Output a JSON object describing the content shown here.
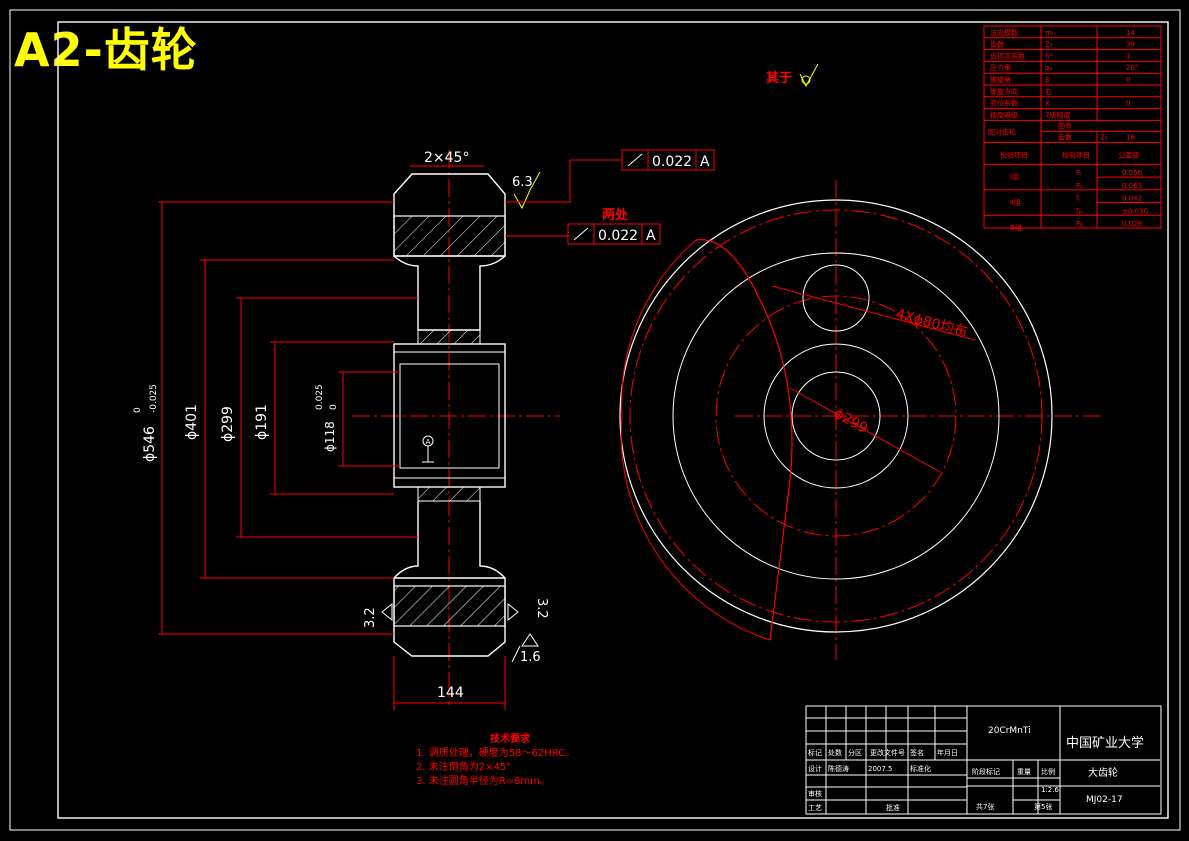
{
  "banner": "A2-齿轮",
  "colors": {
    "background": "#000000",
    "red": "#ff0000",
    "white": "#ffffff",
    "yellow": "#ffff00"
  },
  "surface_finish_note": {
    "label": "其于",
    "symbol": "finish-circle-icon"
  },
  "front_view": {
    "chamfer": "2×45°",
    "roughness_top": "6.3",
    "tolerance_1": {
      "value": "0.022",
      "datum": "A"
    },
    "two_places": "两处",
    "tolerance_2": {
      "value": "0.022",
      "datum": "A"
    },
    "datum_label": "A",
    "roughness_left": "3.2",
    "roughness_right": "3.2",
    "roughness_bottom": "1.6",
    "dim_width": "144",
    "dia_546": "ϕ546",
    "dia_546_tol_upper": "0",
    "dia_546_tol_lower": "-0.025",
    "dia_401": "ϕ401",
    "dia_299": "ϕ299",
    "dia_191": "ϕ191",
    "dia_118": "ϕ118",
    "dia_118_tol_upper": "0.025",
    "dia_118_tol_lower": "0"
  },
  "side_view": {
    "holes": "4Xϕ80均布",
    "pcd": "ϕ299"
  },
  "tech_req": {
    "title": "技术要求",
    "lines": [
      "1. 调质处理，硬度为58～62HRC。",
      "2. 未注倒角为2×45°",
      "3. 未注圆角半径为R=8mm。"
    ]
  },
  "param_table": [
    [
      "法向模数",
      "mₙ",
      "14"
    ],
    [
      "齿数",
      "Z₂",
      "39"
    ],
    [
      "齿顶高系数",
      "h*",
      "1"
    ],
    [
      "压力角",
      "αₙ",
      "20°"
    ],
    [
      "螺旋角",
      "β",
      "0"
    ],
    [
      "螺旋方向",
      "右",
      ""
    ],
    [
      "变位系数",
      "X",
      "0"
    ],
    [
      "精度等级",
      "7级精度",
      ""
    ]
  ],
  "param_pair": {
    "group": "配对齿轮",
    "r1": "图号",
    "r2": "齿数",
    "sym": "Z₁",
    "val": "16"
  },
  "inspect": {
    "h1": "检验项目",
    "h2": "检验项目",
    "h3": "公差值",
    "rows": [
      {
        "g": "Ⅰ组",
        "sym": "Fᵢ",
        "val": "0.056"
      },
      {
        "g": "",
        "sym": "Fₚ",
        "val": "0.063"
      },
      {
        "g": "Ⅱ组",
        "sym": "fᵢ",
        "val": "0.042"
      },
      {
        "g": "",
        "sym": "fₚₜ",
        "val": "±0.030"
      },
      {
        "g": "Ⅲ组",
        "sym": "Fᵦ",
        "val": "0.026"
      }
    ]
  },
  "title_block": {
    "material": "20CrMnTi",
    "school": "中国矿业大学",
    "part": "大齿轮",
    "code": "MJ02-17",
    "scale": "1:2.6",
    "row1": [
      "标记",
      "处数",
      "分区",
      "更改文件号",
      "签名",
      "年月日"
    ],
    "design": "设计",
    "designer": "陈德涛",
    "date": "2007.5",
    "std": "标准化",
    "stage": "阶段标记",
    "weight": "重量",
    "scale_lbl": "比例",
    "review": "审核",
    "craft": "工艺",
    "approve": "批准",
    "total": "共7张",
    "sheet": "第5张"
  }
}
